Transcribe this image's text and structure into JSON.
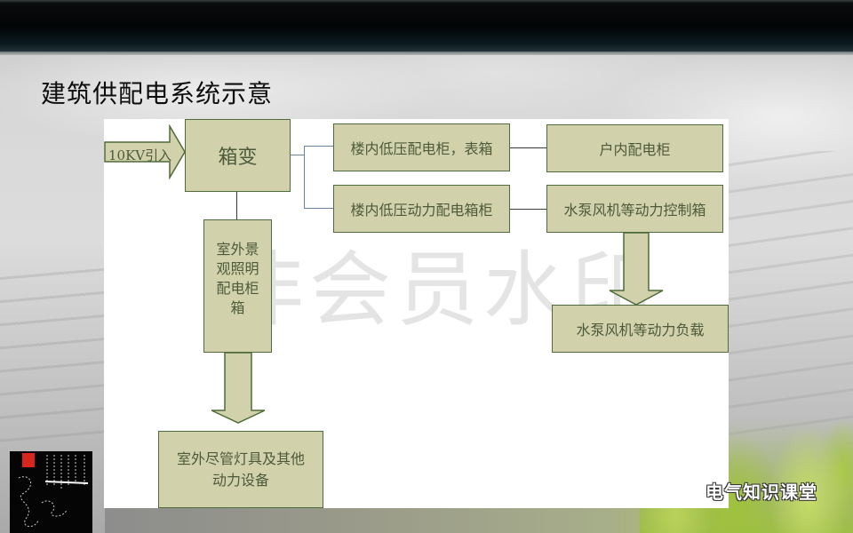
{
  "slide": {
    "title": "建筑供配电系统示意",
    "watermark": "非会员水印",
    "brand": {
      "name": "电气知识课堂",
      "icon": "wechat-icon"
    }
  },
  "diagram": {
    "colors": {
      "box_fill": "#d1d2ab",
      "box_border": "#4f6b3a",
      "box_text": "#4d5a3a",
      "connector_blue": "#6a84a6",
      "connector_dark": "#3b3b3b",
      "canvas": "#ffffff"
    },
    "input_arrow": {
      "label": "10KV引入"
    },
    "nodes": {
      "transformer": {
        "label": "箱变"
      },
      "lv_cabinet": {
        "label": "楼内低压配电柜，表箱"
      },
      "power_cabinet": {
        "label": "楼内低压动力配电箱柜"
      },
      "household_cabinet": {
        "label": "户内配电柜"
      },
      "pump_fan_control": {
        "label": "水泵风机等动力控制箱"
      },
      "pump_fan_load": {
        "label": "水泵风机等动力负载"
      },
      "outdoor_lighting_cabinet": {
        "lines": [
          "室外景",
          "观照明",
          "配电柜",
          "箱"
        ]
      },
      "outdoor_equipment": {
        "lines": [
          "室外尽管灯具及其他",
          "动力设备"
        ]
      }
    },
    "edges": [
      {
        "from": "10KV引入",
        "to": "箱变",
        "type": "block-arrow"
      },
      {
        "from": "箱变",
        "to": "楼内低压配电柜，表箱",
        "type": "line"
      },
      {
        "from": "箱变",
        "to": "楼内低压动力配电箱柜",
        "type": "line"
      },
      {
        "from": "楼内低压配电柜，表箱",
        "to": "户内配电柜",
        "type": "line"
      },
      {
        "from": "楼内低压动力配电箱柜",
        "to": "水泵风机等动力控制箱",
        "type": "line"
      },
      {
        "from": "水泵风机等动力控制箱",
        "to": "水泵风机等动力负载",
        "type": "block-arrow"
      },
      {
        "from": "箱变",
        "to": "室外景观照明配电柜箱",
        "type": "line"
      },
      {
        "from": "室外景观照明配电柜箱",
        "to": "室外尽管灯具及其他动力设备",
        "type": "block-arrow"
      }
    ]
  }
}
